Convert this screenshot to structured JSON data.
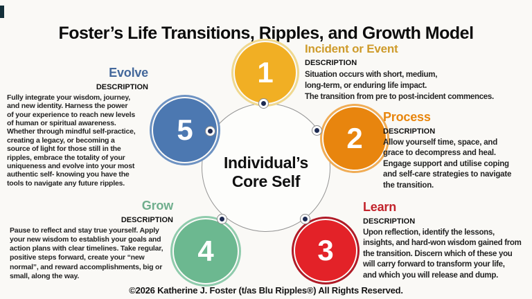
{
  "title": "Foster’s Life Transitions, Ripples, and Growth Model",
  "center": {
    "label": "Individual’s\nCore Self"
  },
  "description_label": "DESCRIPTION",
  "copyright": "©2026 Katherine J. Foster (t/as Blu Ripples®) All Rights Reserved.",
  "steps": [
    {
      "number": "1",
      "label": "Incident or Event",
      "heading_color": "#CE9B2B",
      "circle_color": "#F1AF24",
      "ring_color": "#EFD88F",
      "description": "Situation occurs with short, medium,\nlong-term, or enduring life impact.\nThe transition from pre to post-incident commences."
    },
    {
      "number": "2",
      "label": "Process",
      "heading_color": "#E8860E",
      "circle_color": "#E8850E",
      "ring_color": "#F0AC55",
      "description": "Allow yourself time, space, and\ngrace to decompress and heal.\nEngage support and utilise coping\nand self-care strategies to navigate\nthe transition."
    },
    {
      "number": "3",
      "label": "Learn",
      "heading_color": "#C2232B",
      "circle_color": "#E32228",
      "ring_color": "#B01A26",
      "description": "Upon reflection, identify the lessons,\ninsights, and hard-won wisdom gained from\nthe transition. Discern which of these you\nwill carry forward to transform your life,\nand which you will release and dump."
    },
    {
      "number": "4",
      "label": "Grow",
      "heading_color": "#6FAE8D",
      "circle_color": "#6CB890",
      "ring_color": "#8FCBAC",
      "description": "Pause to reflect and stay true yourself.  Apply\nyour new wisdom to establish your goals and\naction plans with clear timelines. Take regular,\npositive steps forward,  create your “new\nnormal”, and reward accomplishments, big or\nsmall, along the way."
    },
    {
      "number": "5",
      "label": "Evolve",
      "heading_color": "#44689B",
      "circle_color": "#4C78B1",
      "ring_color": "#6D92C2",
      "description": "Fully integrate your wisdom, journey,\nand new identity. Harness the power\nof your experience to reach new levels\nof human or spiritual awareness.\nWhether through mindful self-practice,\ncreating a legacy, or becoming a\nsource of light for those still in the\nripples, embrace the totality of your\nuniqueness and evolve into your most\nauthentic self- knowing you have the\ntools to navigate any future ripples."
    }
  ]
}
